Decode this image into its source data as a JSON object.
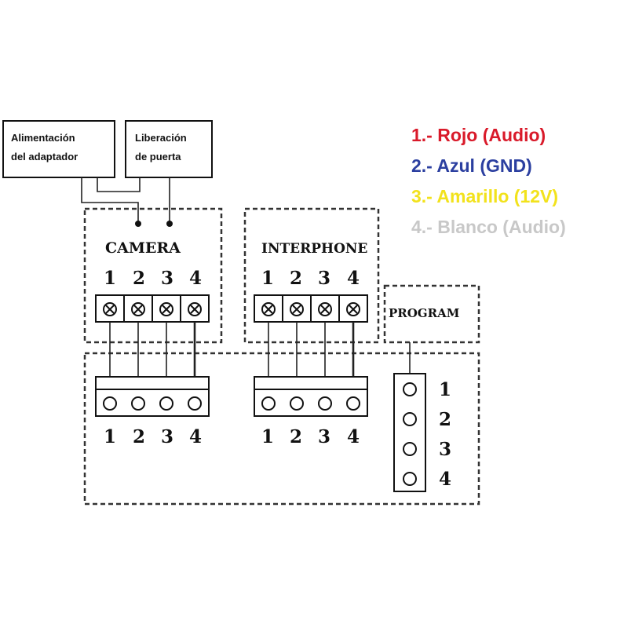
{
  "boxes": {
    "power": {
      "line1": "Alimentación",
      "line2": "del adaptador"
    },
    "door": {
      "line1": "Liberación",
      "line2": "de puerta"
    }
  },
  "legend": [
    {
      "text": "1.- Rojo (Audio)",
      "color": "#d91a2a"
    },
    {
      "text": "2.- Azul (GND)",
      "color": "#2b3fa0"
    },
    {
      "text": "3.- Amarillo (12V)",
      "color": "#f2e21c"
    },
    {
      "text": "4.- Blanco (Audio)",
      "color": "#c8c8c8"
    }
  ],
  "panels": {
    "camera": {
      "title": "CAMERA",
      "terminals": [
        "1",
        "2",
        "3",
        "4"
      ]
    },
    "interphone": {
      "title": "INTERPHONE",
      "terminals": [
        "1",
        "2",
        "3",
        "4"
      ]
    },
    "program": {
      "title": "PROGRAM"
    }
  },
  "board": {
    "camera_connector": [
      "1",
      "2",
      "3",
      "4"
    ],
    "interphone_connector": [
      "1",
      "2",
      "3",
      "4"
    ],
    "program_connector": [
      "1",
      "2",
      "3",
      "4"
    ]
  }
}
